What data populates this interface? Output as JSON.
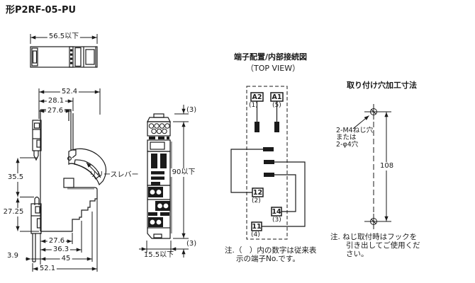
{
  "page": {
    "title": "形P2RF-05-PU",
    "line_color": "#1a1a1a",
    "background": "#ffffff"
  },
  "top_view": {
    "dim_width_max": "56.5以下"
  },
  "side_view": {
    "dim_overall_width": "52.4",
    "dim_width_281": "28.1",
    "dim_width_276_top": "27.6",
    "dim_height_355": "35.5",
    "dim_height_2725": "27.25",
    "label_release_lever": "リリースレバー",
    "dim_width_276_bottom": "27.6",
    "dim_width_363": "36.3",
    "dim_width_45": "45",
    "dim_width_39": "3.9",
    "dim_width_521": "52.1"
  },
  "front_view": {
    "dim_top_ref": "(3)",
    "dim_height_max": "90以下",
    "dim_bottom_ref": "(3)",
    "dim_width_max": "15.5以下"
  },
  "terminal_diagram": {
    "title": "端子配置/内部接続図",
    "subtitle": "（TOP VIEW）",
    "terminals": [
      {
        "label": "A2",
        "old_no": "(1)"
      },
      {
        "label": "A1",
        "old_no": "(5)"
      },
      {
        "label": "12",
        "old_no": "(2)"
      },
      {
        "label": "14",
        "old_no": "(3)"
      },
      {
        "label": "11",
        "old_no": "(4)"
      }
    ],
    "note_line1": "注.（　）内の数字は従来表",
    "note_line2": "示の端子No.です。"
  },
  "mounting": {
    "title": "取り付け穴加工寸法",
    "hole_label_line1": "2-M4ねじ穴",
    "hole_label_line2": "または",
    "hole_label_line3": "2-φ4穴",
    "dim_pitch": "108",
    "note_line1": "注. ねじ取付時はフックを",
    "note_line2": "引き出してご使用くだ",
    "note_line3": "さい。"
  }
}
